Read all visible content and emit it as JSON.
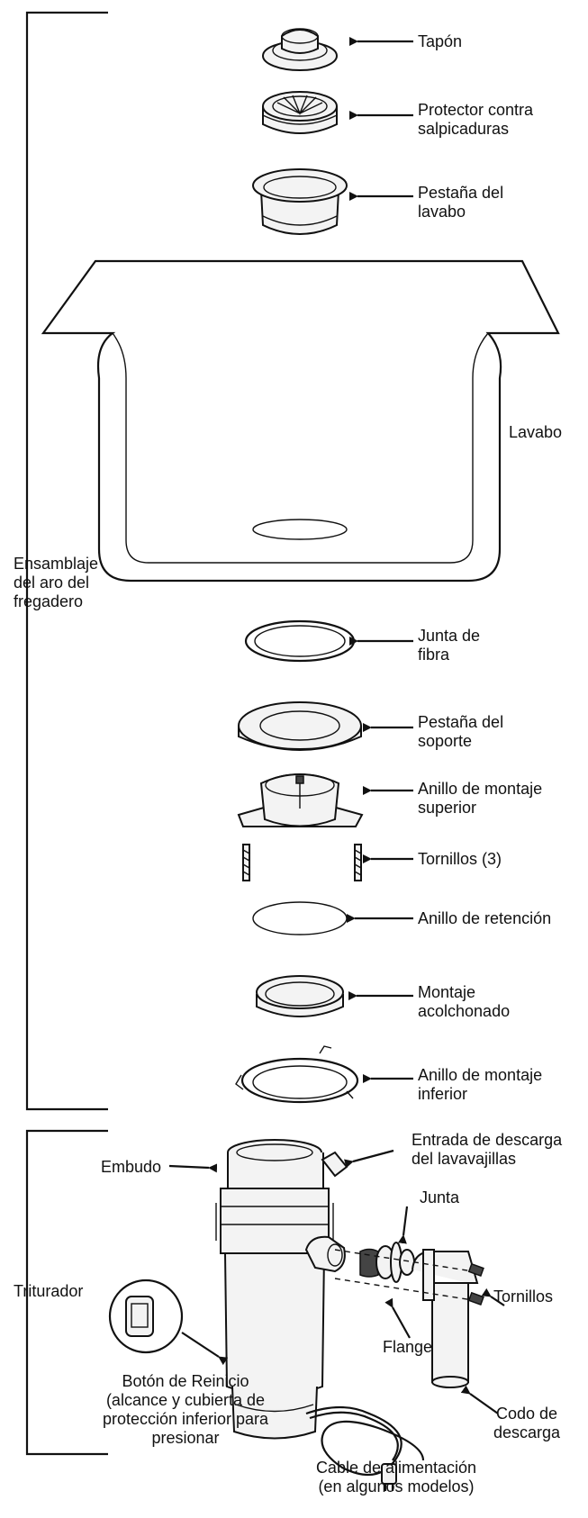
{
  "groups": {
    "sink": [
      "Ensamblaje",
      "del aro del",
      "fregadero"
    ],
    "grinder": "Triturador"
  },
  "parts": {
    "stopper": "Tapón",
    "splash": [
      "Protector contra",
      "salpicaduras"
    ],
    "sink_flange": [
      "Pestaña del",
      "lavabo"
    ],
    "sink": "Lavabo",
    "fiber_gasket": [
      "Junta de",
      "fibra"
    ],
    "backup_flange": [
      "Pestaña del",
      "soporte"
    ],
    "upper_ring": [
      "Anillo de montaje",
      "superior"
    ],
    "screws3": "Tornillos (3)",
    "retaining_ring": "Anillo de retención",
    "cushion": [
      "Montaje",
      "acolchonado"
    ],
    "lower_ring": [
      "Anillo de montaje",
      "inferior"
    ],
    "dishwasher_inlet": [
      "Entrada de descarga",
      "del lavavajillas"
    ],
    "funnel": "Embudo",
    "gasket": "Junta",
    "screws": "Tornillos",
    "flange": "Flange",
    "elbow": [
      "Codo de",
      "descarga"
    ],
    "reset": [
      "Botón de Reinicio",
      "(alcance y cubierta de",
      "protección inferior para",
      "presionar"
    ],
    "cord": [
      "Cable de alimentación",
      "(en algunos modelos)"
    ]
  }
}
